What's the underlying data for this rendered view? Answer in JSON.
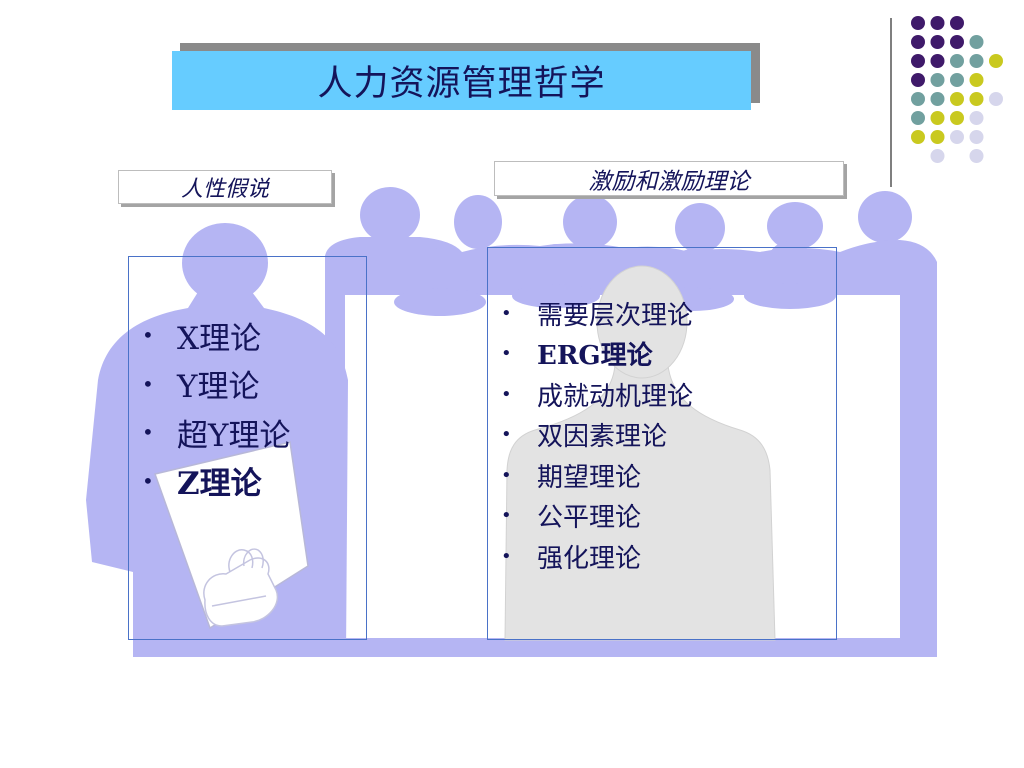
{
  "slide": {
    "title": "人力资源管理哲学",
    "left_panel": {
      "label": "人性假说",
      "items": [
        "X理论",
        "Y理论",
        "超Y理论",
        "Z理论"
      ]
    },
    "right_panel": {
      "label": "激励和激励理论",
      "items": [
        "需要层次理论",
        "ERG理论",
        "成就动机理论",
        "双因素理论",
        "期望理论",
        "公平理论",
        "强化理论"
      ]
    }
  },
  "theme": {
    "title_bg": "#66ccff",
    "title_shadow": "#8a8a8a",
    "text": "#14145a",
    "silhouette": "#b5b5f3",
    "silhouette_gray": "#e3e3e3",
    "box_border": "#4a72c8",
    "dot_purple": "#3f1a6a",
    "dot_teal": "#71a09f",
    "dot_yellow": "#c9c91f",
    "dot_lavender": "#d6d6ec"
  },
  "icons": {
    "bullet": "bullet-icon",
    "illustration": "people-silhouettes-icon",
    "decor": "dot-grid-icon"
  }
}
